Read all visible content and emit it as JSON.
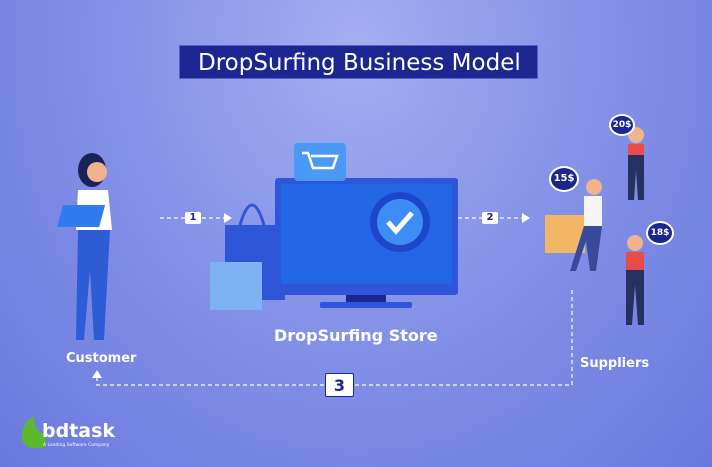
{
  "title": "DropSurfing Business Model",
  "labels": {
    "customer": "Customer",
    "store": "DropSurfing Store",
    "suppliers": "Suppliers"
  },
  "steps": [
    "1",
    "2",
    "3"
  ],
  "prices": [
    "20$",
    "15$",
    "18$"
  ],
  "logo": {
    "name": "bdtask",
    "tagline": "A Leading Software Company"
  },
  "colors": {
    "background": "#8593e8",
    "title_bg": "#1c2690",
    "accent": "#2f7bf0"
  }
}
